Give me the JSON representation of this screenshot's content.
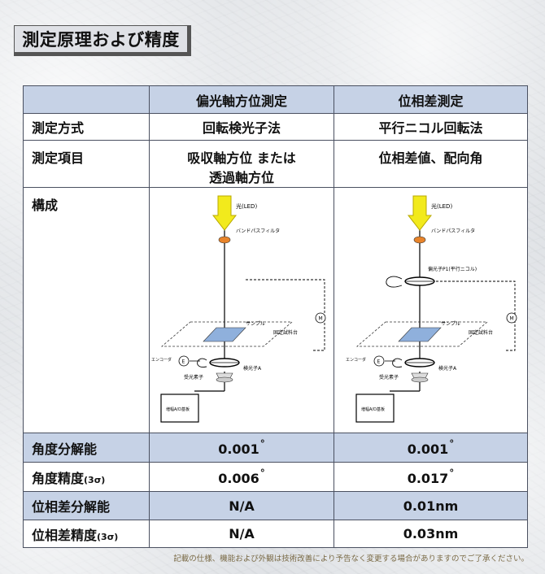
{
  "title": "測定原理および精度",
  "table": {
    "headers": [
      "",
      "偏光軸方位測定",
      "位相差測定"
    ],
    "rows": [
      {
        "label": "測定方式",
        "label_sub": "",
        "col1": "回転検光子法",
        "col1_deg": "",
        "col2": "平行ニコル回転法",
        "col2_deg": ""
      },
      {
        "label": "測定項目",
        "label_sub": "",
        "col1": "吸収軸方位 または",
        "col1_line2": "透過軸方位",
        "col2": "位相差値、配向角"
      },
      {
        "label": "構成",
        "label_sub": ""
      },
      {
        "label": "角度分解能",
        "label_sub": "",
        "col1": "0.001",
        "col1_deg": "°",
        "col2": "0.001",
        "col2_deg": "°"
      },
      {
        "label": "角度精度",
        "label_sub": "(3σ)",
        "col1": "0.006",
        "col1_deg": "°",
        "col2": "0.017",
        "col2_deg": "°"
      },
      {
        "label": "位相差分解能",
        "label_sub": "",
        "col1": "N/A",
        "col1_deg": "",
        "col2": "0.01nm",
        "col2_deg": ""
      },
      {
        "label": "位相差精度",
        "label_sub": "(3σ)",
        "col1": "N/A",
        "col1_deg": "",
        "col2": "0.03nm",
        "col2_deg": ""
      }
    ]
  },
  "diagrams": {
    "left": {
      "light": "光(LED)",
      "filter": "バンドパスフィルタ",
      "sample": "サンプル",
      "stage": "固定試料台",
      "encoder": "エンコーダ",
      "encoder_mark": "E",
      "motor_mark": "M",
      "analyzer": "検光子A",
      "detector": "受光素子",
      "amp": "増幅A/D基板"
    },
    "right": {
      "light": "光(LED)",
      "filter": "バンドパスフィルタ",
      "polarizer": "偏光子P1(平行ニコル)",
      "sample": "サンプル",
      "stage": "固定試料台",
      "encoder": "エンコーダ",
      "encoder_mark": "E",
      "motor_mark": "M",
      "analyzer": "検光子A",
      "detector": "受光素子",
      "amp": "増幅A/D基板"
    }
  },
  "footnote": "記載の仕様、機能および外観は技術改善により予告なく変更する場合がありますのでご了承ください。",
  "colors": {
    "header_blue": "#c6d2e6",
    "arrow_yellow": "#f2ea1c",
    "filter_orange": "#e8842a",
    "sample_blue": "#8fb0dc",
    "footnote_text": "#7a6a45"
  }
}
